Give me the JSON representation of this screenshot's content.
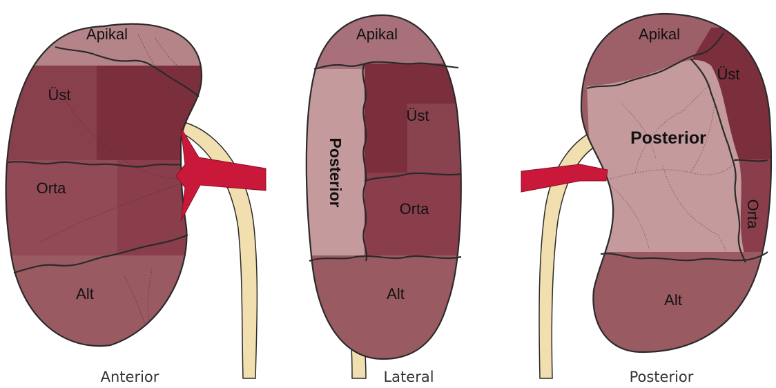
{
  "anterior": {
    "caption": "Anterior",
    "segments": {
      "apical": "Apikal",
      "upper": "Üst",
      "middle": "Orta",
      "lower": "Alt"
    }
  },
  "lateral": {
    "caption": "Lateral",
    "segments": {
      "apical": "Apikal",
      "posterior": "Posterior",
      "upper": "Üst",
      "middle": "Orta",
      "lower": "Alt"
    }
  },
  "posterior": {
    "caption": "Posterior",
    "segments": {
      "apical": "Apikal",
      "upper": "Üst",
      "posterior": "Posterior",
      "middle": "Orta",
      "lower": "Alt"
    }
  },
  "colors": {
    "kidney_base": "#9a5a62",
    "kidney_dark": "#7b2f3d",
    "kidney_light": "#c49a9c",
    "artery": "#c9183a",
    "ureter": "#f2dfb0",
    "outline": "#2a2a2a"
  }
}
